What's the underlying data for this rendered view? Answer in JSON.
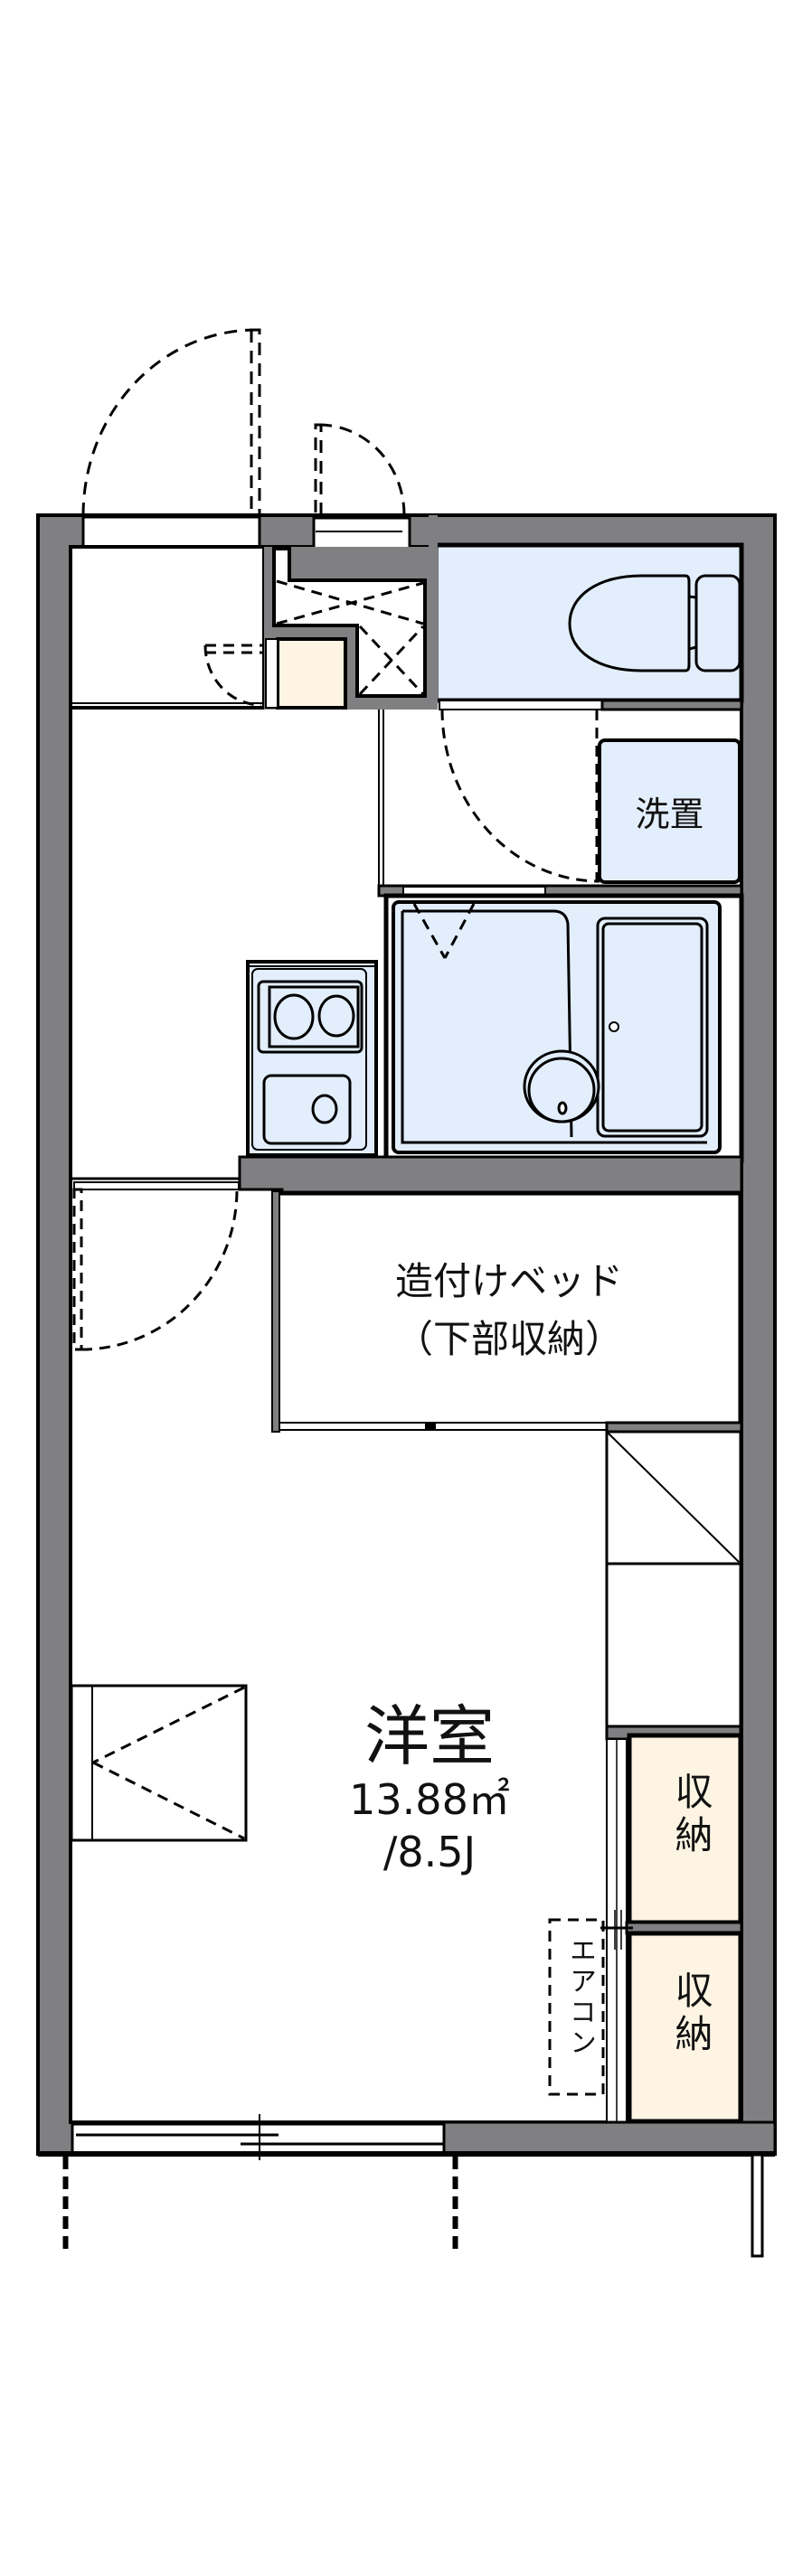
{
  "colors": {
    "wall": "#808083",
    "line": "#000000",
    "wet_area": "#e3eefc",
    "storage": "#fdf4e3",
    "background": "#ffffff"
  },
  "rooms": {
    "washroom": {
      "label": "洗置"
    },
    "built_in_bed": {
      "label_line1": "造付けベッド",
      "label_line2": "（下部収納）"
    },
    "western_room": {
      "label": "洋室",
      "area": "13.88㎡",
      "tatami": "/8.5J"
    },
    "storage_1": {
      "label": "収納"
    },
    "storage_2": {
      "label": "収納"
    },
    "air_conditioner": {
      "label": "エアコン"
    }
  }
}
